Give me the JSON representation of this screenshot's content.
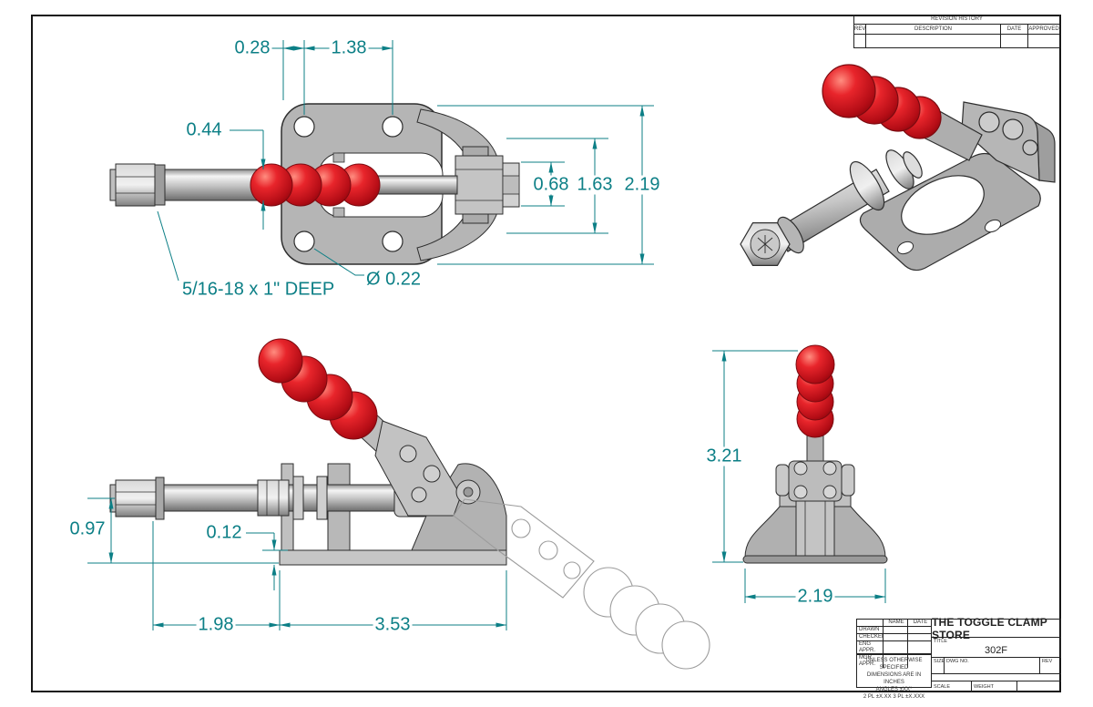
{
  "colors": {
    "dimension_teal": "#0c7f86",
    "handle_red": "#cf1020",
    "body_gray": "#b5b5b5",
    "line_dark": "#2e2e2e"
  },
  "drawing": {
    "dims_top_view": {
      "w028": "0.28",
      "w138": "1.38",
      "h044": "0.44",
      "h068": "0.68",
      "h163": "1.63",
      "h219": "2.19",
      "thread_note": "5/16-18 x 1\" DEEP",
      "hole_dia": "Ø 0.22"
    },
    "dims_side_view": {
      "h097": "0.97",
      "h012": "0.12",
      "w198": "1.98",
      "w353": "3.53"
    },
    "dims_front_view": {
      "h321": "3.21",
      "w219": "2.19"
    }
  },
  "revision_table": {
    "title": "REVISION HISTORY",
    "col_rev": "REV",
    "col_description": "DESCRIPTION",
    "col_date": "DATE",
    "col_approved": "APPROVED"
  },
  "title_block": {
    "col_name": "NAME",
    "col_date": "DATE",
    "row_drawn": "DRAWN",
    "row_checked": "CHECKED",
    "row_eng_appr": "ENG APPR.",
    "row_mgr_appr": "MGR APPR.",
    "company": "THE TOGGLE CLAMP STORE",
    "title_label": "TITLE",
    "part_number": "302F",
    "size_label": "SIZE",
    "dwg_no_label": "DWG NO.",
    "rev_label": "REV",
    "scale_label": "SCALE",
    "weight_label": "WEIGHT",
    "note_line1": "UNLESS OTHERWISE SPECIFIED",
    "note_line2": "DIMENSIONS ARE IN INCHES",
    "note_line3": "ANGLES ±XX°",
    "note_line4": "2 PL ±X.XX 3 PL ±X.XXX"
  }
}
